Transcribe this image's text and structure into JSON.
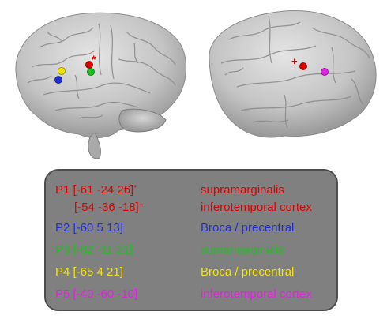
{
  "colors": {
    "red": "#e00000",
    "blue": "#1f2ed6",
    "green": "#1fbf1f",
    "yellow": "#f2e600",
    "magenta": "#e61fe6",
    "box_fill": "#808080",
    "box_border": "#4d4d4d",
    "brain_fill": "#c8c8c8"
  },
  "brain_markers": {
    "left_asterisk": "*",
    "right_plus": "+"
  },
  "legend": {
    "rows": [
      {
        "label": "P1 [-61 -24 26]",
        "mark": "*",
        "region": "supramarginalis",
        "color": "red"
      },
      {
        "label": "[-54 -36 -18]",
        "mark": "+",
        "region": "inferotemporal cortex",
        "color": "red"
      },
      {
        "label": "P2 [-60 5 13]",
        "mark": "",
        "region": "Broca / precentral",
        "color": "blue"
      },
      {
        "label": "P3 [-62 -11 21]",
        "mark": "",
        "region": "supramarginalis",
        "color": "green"
      },
      {
        "label": "P4 [-65 4 21]",
        "mark": "",
        "region": "Broca / precentral",
        "color": "yellow"
      },
      {
        "label": "P5 [-40 -60 -10]",
        "mark": "",
        "region": "inferotemporal cortex",
        "color": "magenta"
      }
    ]
  }
}
